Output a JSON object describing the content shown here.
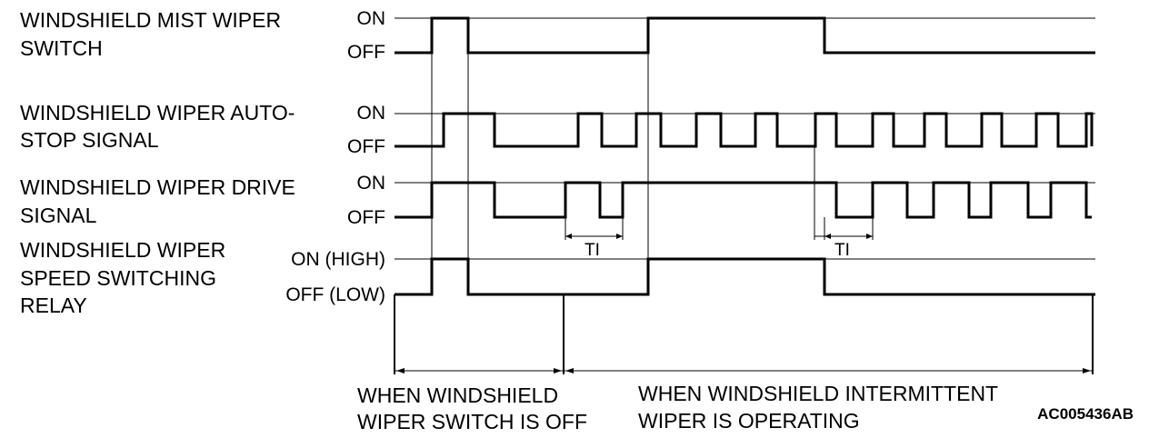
{
  "signals": [
    {
      "label_lines": [
        "WINDSHIELD MIST WIPER",
        "SWITCH"
      ],
      "high_label": "ON",
      "low_label": "OFF"
    },
    {
      "label_lines": [
        "WINDSHIELD WIPER AUTO-",
        "STOP SIGNAL"
      ],
      "high_label": "ON",
      "low_label": "OFF"
    },
    {
      "label_lines": [
        "WINDSHIELD WIPER DRIVE",
        "SIGNAL"
      ],
      "high_label": "ON",
      "low_label": "OFF"
    },
    {
      "label_lines": [
        "WINDSHIELD WIPER",
        "SPEED SWITCHING",
        "RELAY"
      ],
      "high_label": "ON (HIGH)",
      "low_label": "OFF (LOW)"
    }
  ],
  "interval_labels": [
    "TI",
    "TI"
  ],
  "periods": [
    {
      "lines": [
        "WHEN WINDSHIELD",
        "WIPER SWITCH IS OFF"
      ]
    },
    {
      "lines": [
        "WHEN WINDSHIELD INTERMITTENT",
        "WIPER IS OPERATING"
      ]
    }
  ],
  "figure_code": "AC005436AB"
}
